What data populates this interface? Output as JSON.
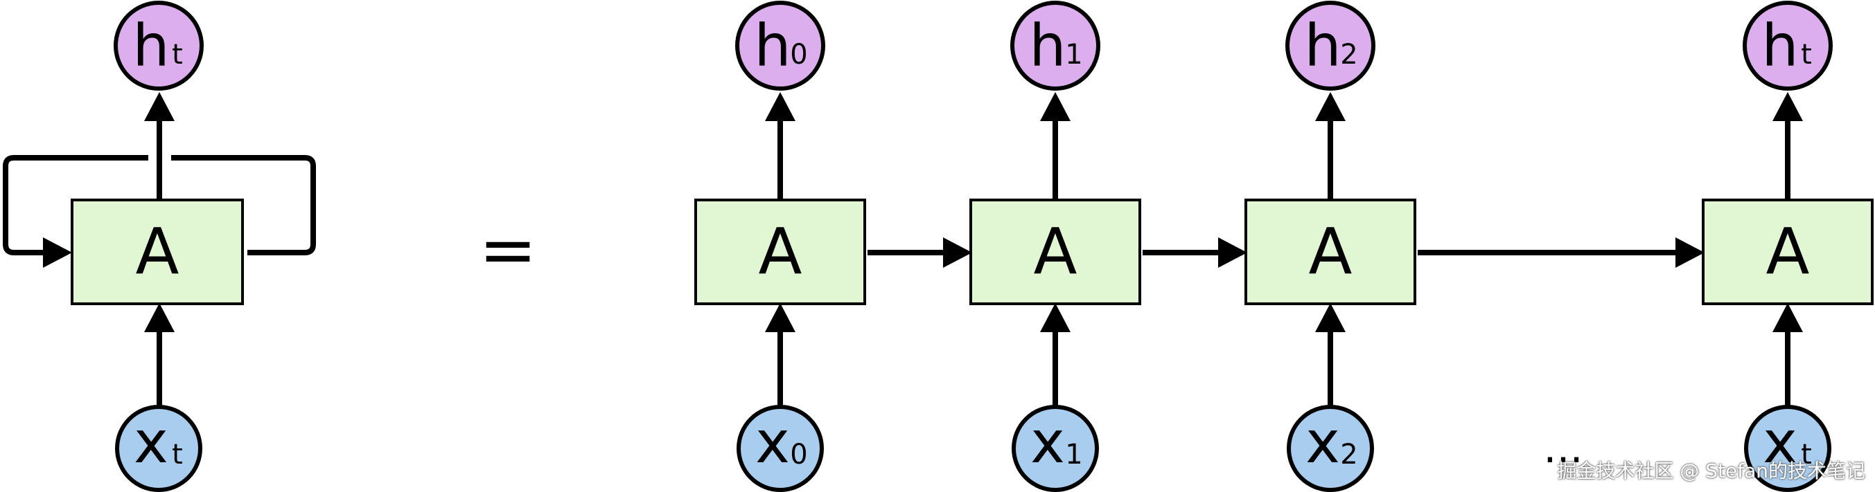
{
  "colors": {
    "cell_fill": "#e1f6d3",
    "hidden_fill": "#dcaeee",
    "input_fill": "#a9cdee",
    "stroke": "#000000"
  },
  "rolled": {
    "cell": "A",
    "hidden": {
      "main": "h",
      "sub": "t"
    },
    "input": {
      "main": "x",
      "sub": "t"
    }
  },
  "equals": "=",
  "ellipsis": "...",
  "unrolled": [
    {
      "cell": "A",
      "hidden": {
        "main": "h",
        "sub": "0"
      },
      "input": {
        "main": "x",
        "sub": "0"
      }
    },
    {
      "cell": "A",
      "hidden": {
        "main": "h",
        "sub": "1"
      },
      "input": {
        "main": "x",
        "sub": "1"
      }
    },
    {
      "cell": "A",
      "hidden": {
        "main": "h",
        "sub": "2"
      },
      "input": {
        "main": "x",
        "sub": "2"
      }
    },
    {
      "cell": "A",
      "hidden": {
        "main": "h",
        "sub": "t"
      },
      "input": {
        "main": "x",
        "sub": "t"
      }
    }
  ],
  "watermark": "掘金技术社区 @ Stefan的技术笔记"
}
